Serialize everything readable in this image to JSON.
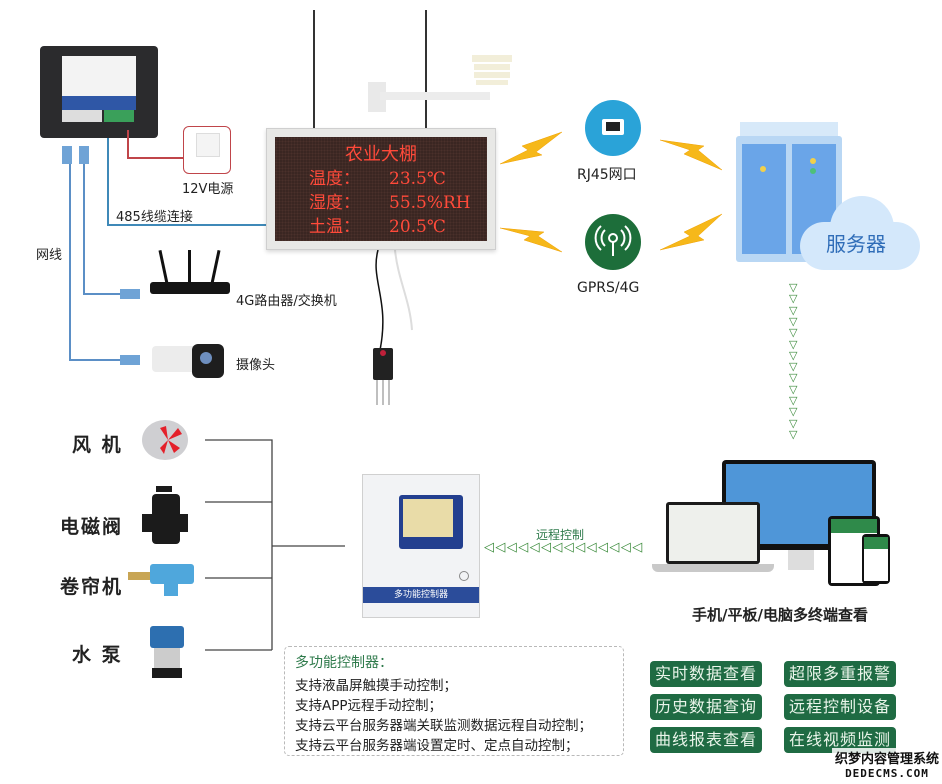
{
  "title": "Agricultural greenhouse IoT monitoring system diagram",
  "gateway": {
    "name": "Network relay/sensor collector",
    "power_label": "12V电源",
    "rs485_label": "485线缆连接",
    "cable_label": "网线"
  },
  "led_display": {
    "title": "农业大棚",
    "rows": [
      {
        "label": "温度：",
        "value": "23.5℃"
      },
      {
        "label": "湿度：",
        "value": "55.5%RH"
      },
      {
        "label": "土温：",
        "value": "20.5℃"
      }
    ]
  },
  "network": {
    "devices": [
      {
        "name": "router",
        "label": "4G路由器/交换机"
      },
      {
        "name": "camera",
        "label": "摄像头"
      }
    ],
    "links": [
      {
        "name": "rj45",
        "label": "RJ45网口",
        "color": "#2aa3d8"
      },
      {
        "name": "gprs",
        "label": "GPRS/4G",
        "color": "#1d6e3a"
      }
    ]
  },
  "server": {
    "label": "服务器"
  },
  "terminals": {
    "label": "手机/平板/电脑多终端查看"
  },
  "remote_control": {
    "label": "远程控制",
    "arrow_count": 14
  },
  "server_down_arrows": 14,
  "actuators": [
    {
      "name": "fan",
      "label": "风 机"
    },
    {
      "name": "solenoid-valve",
      "label": "电磁阀"
    },
    {
      "name": "curtain-motor",
      "label": "卷帘机"
    },
    {
      "name": "water-pump",
      "label": "水 泵"
    }
  ],
  "controller": {
    "panel_label": "多功能控制器"
  },
  "features": {
    "title": "多功能控制器：",
    "items": [
      "支持液晶屏触摸手动控制；",
      "支持APP远程手动控制；",
      "支持云平台服务器端关联监测数据远程自动控制；",
      "支持云平台服务器端设置定时、定点自动控制；"
    ]
  },
  "capabilities": [
    "实时数据查看",
    "超限多重报警",
    "历史数据查询",
    "远程控制设备",
    "曲线报表查看",
    "在线视频监测"
  ],
  "watermark": {
    "line1": "织梦内容管理系统",
    "line2": "DEDECMS.COM"
  },
  "colors": {
    "accent_green": "#1f6b43",
    "cable_blue": "#5b8fc6",
    "led_red": "#ff4a3a",
    "bolt_yellow": "#f6b81a"
  }
}
